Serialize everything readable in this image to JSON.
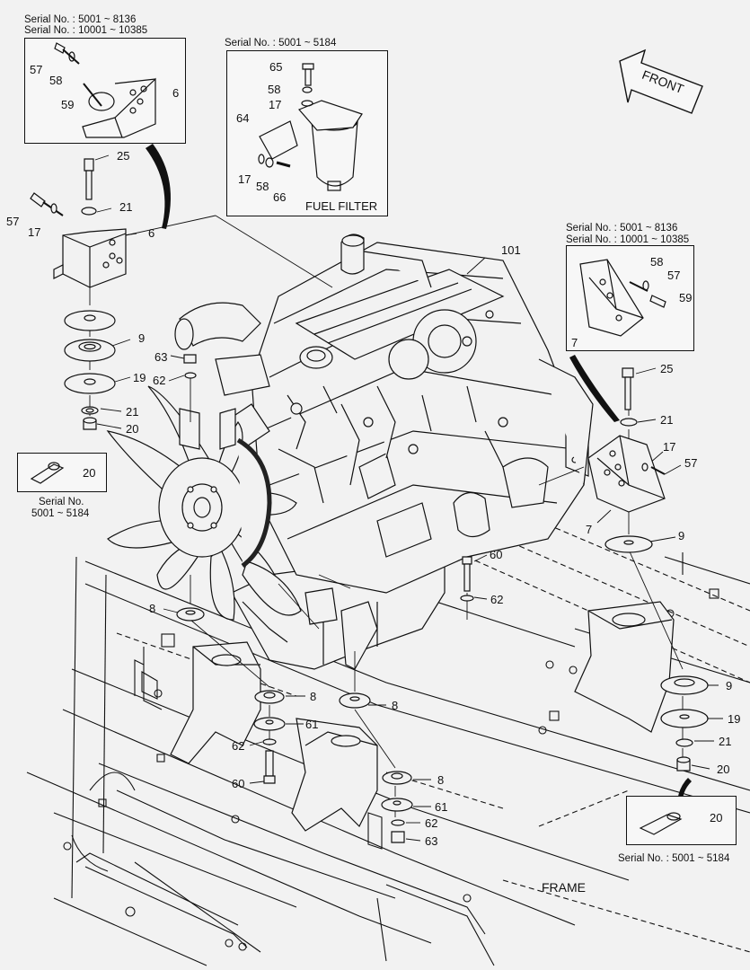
{
  "header": {
    "serial_tl_1": "Serial No. : 5001 ~ 8136",
    "serial_tl_2": "Serial No. : 10001 ~ 10385"
  },
  "fuel_filter_box": {
    "serial": "Serial No. : 5001 ~ 5184",
    "caption": "FUEL FILTER"
  },
  "right_box": {
    "serial_1": "Serial No. : 5001 ~ 8136",
    "serial_2": "Serial No. : 10001 ~ 10385"
  },
  "left_small_box": {
    "serial_1": "Serial No.",
    "serial_2": "5001 ~ 5184"
  },
  "bottom_right_box": {
    "serial": "Serial No. : 5001 ~ 5184"
  },
  "front_label": "FRONT",
  "frame_label": "FRAME",
  "callouts": {
    "c57a": "57",
    "c58a": "58",
    "c59a": "59",
    "c6a": "6",
    "c65": "65",
    "c58b": "58",
    "c17a": "17",
    "c64": "64",
    "c17b": "17",
    "c58c": "58",
    "c66": "66",
    "c25a": "25",
    "c57b": "57",
    "c21a": "21",
    "c17c": "17",
    "c6b": "6",
    "c101": "101",
    "c58d": "58",
    "c57c": "57",
    "c59b": "59",
    "c7a": "7",
    "c9a": "9",
    "c63a": "63",
    "c62a": "62",
    "c19a": "19",
    "c21b": "21",
    "c20a": "20",
    "c20b": "20",
    "c25b": "25",
    "c21c": "21",
    "c17d": "17",
    "c57d": "57",
    "c7b": "7",
    "c9b": "9",
    "c60a": "60",
    "c62b": "62",
    "c8a": "8",
    "c8b": "8",
    "c8c": "8",
    "c61a": "61",
    "c62c": "62",
    "c60b": "60",
    "c8d": "8",
    "c61b": "61",
    "c62d": "62",
    "c63b": "63",
    "c9c": "9",
    "c19b": "19",
    "c21d": "21",
    "c20c": "20",
    "c20d": "20"
  }
}
